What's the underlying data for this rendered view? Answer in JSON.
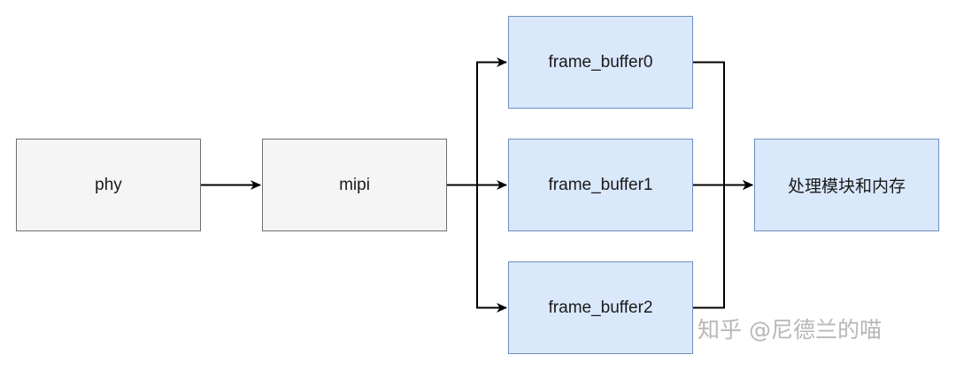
{
  "nodes": {
    "phy": "phy",
    "mipi": "mipi",
    "frame_buffer0": "frame_buffer0",
    "frame_buffer1": "frame_buffer1",
    "frame_buffer2": "frame_buffer2",
    "processing": "处理模块和内存"
  },
  "edges": [
    {
      "from": "phy",
      "to": "mipi"
    },
    {
      "from": "mipi",
      "to": "frame_buffer0"
    },
    {
      "from": "mipi",
      "to": "frame_buffer1"
    },
    {
      "from": "mipi",
      "to": "frame_buffer2"
    },
    {
      "from": "frame_buffer0",
      "to": "processing"
    },
    {
      "from": "frame_buffer1",
      "to": "processing"
    },
    {
      "from": "frame_buffer2",
      "to": "processing"
    }
  ],
  "colors": {
    "gray_fill": "#f5f5f5",
    "blue_fill": "#dae8fc",
    "blue_stroke": "#6c8ebf",
    "edge": "#000000"
  },
  "watermark": "知乎 @尼德兰的喵"
}
